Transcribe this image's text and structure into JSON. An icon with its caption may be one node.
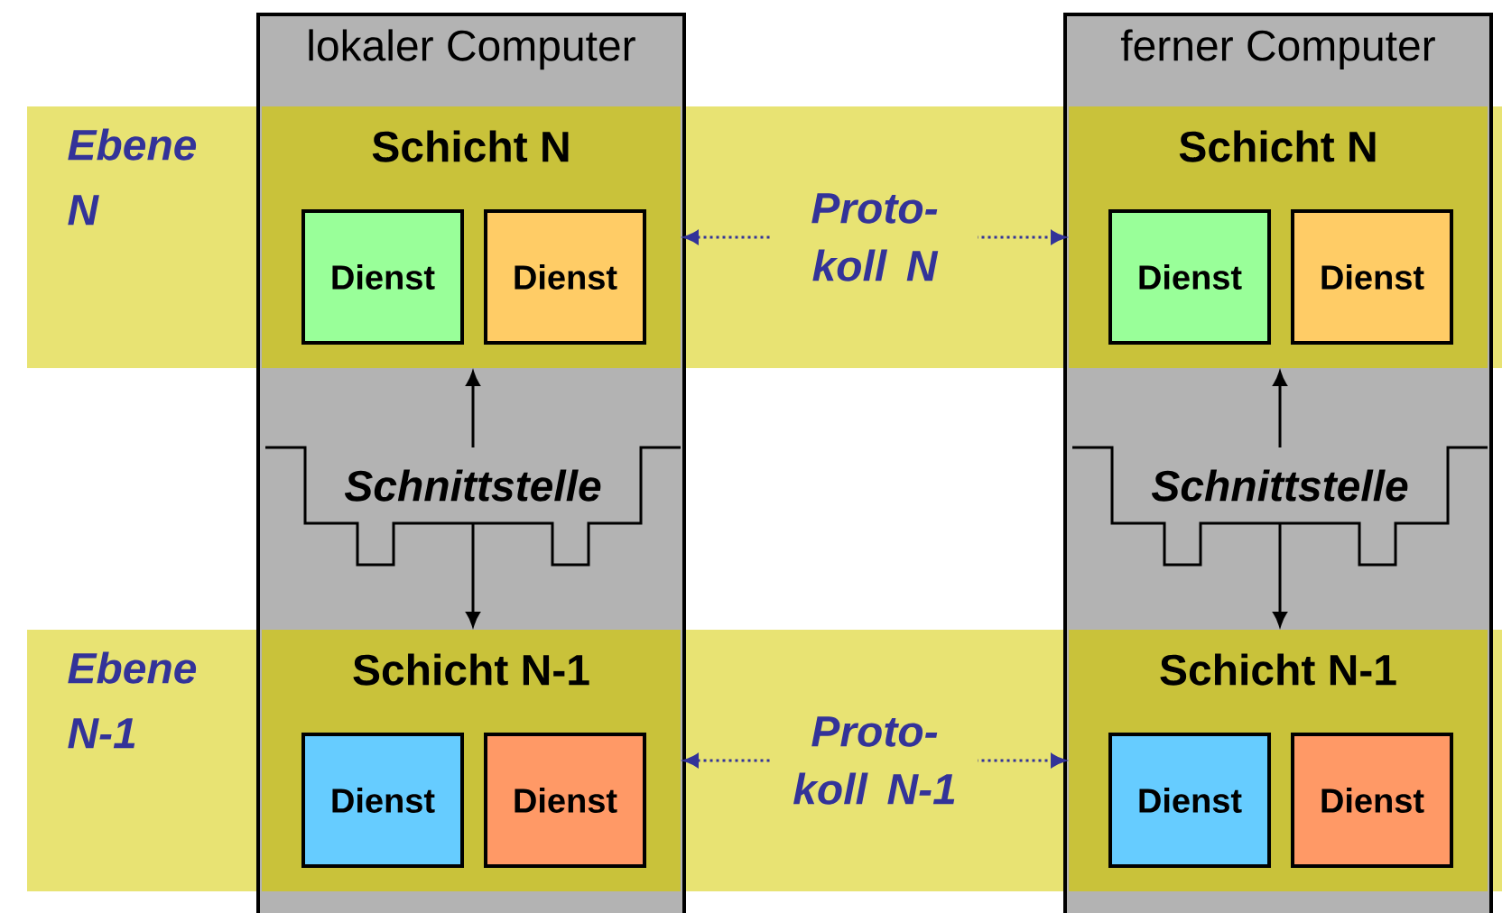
{
  "diagram": {
    "nodes": [
      {
        "text": [
          "lokaler Computer"
        ]
      },
      {
        "text": [
          "ferner Computer"
        ]
      },
      {
        "text": [
          "Schicht N"
        ],
        "in": 0
      },
      {
        "text": [
          "Dienst"
        ],
        "in": 2
      },
      {
        "text": [
          "Dienst"
        ],
        "in": 2
      },
      {
        "text": [
          "Schicht N"
        ],
        "in": 1
      },
      {
        "text": [
          "Dienst"
        ],
        "in": 5
      },
      {
        "text": [
          "Dienst"
        ],
        "in": 5
      },
      {
        "text": [
          "Schnittstelle"
        ],
        "in": 0
      },
      {
        "text": [
          "Schnittstelle"
        ],
        "in": 1
      },
      {
        "text": [
          "Schicht N-1"
        ],
        "in": 0
      },
      {
        "text": [
          "Dienst"
        ],
        "in": 10
      },
      {
        "text": [
          "Dienst"
        ],
        "in": 10
      },
      {
        "text": [
          "Schicht N-1"
        ],
        "in": 1
      },
      {
        "text": [
          "Dienst"
        ],
        "in": 13
      },
      {
        "text": [
          "Dienst"
        ],
        "in": 13
      }
    ],
    "edges": [
      {
        "from": 2,
        "to": 5,
        "arrow": "both",
        "style": "dashed",
        "color": "#333399",
        "label": "Proto- koll N"
      },
      {
        "from": 8,
        "to": 2,
        "arrow": "to"
      },
      {
        "from": 8,
        "to": 10,
        "arrow": "to"
      },
      {
        "from": 9,
        "to": 5,
        "arrow": "to"
      },
      {
        "from": 9,
        "to": 13,
        "arrow": "to"
      },
      {
        "from": 10,
        "to": 13,
        "arrow": "both",
        "style": "dashed",
        "color": "#333399",
        "label": "Proto- koll N-1"
      }
    ],
    "labels": [
      "Ebene N",
      "Ebene N-1"
    ]
  }
}
